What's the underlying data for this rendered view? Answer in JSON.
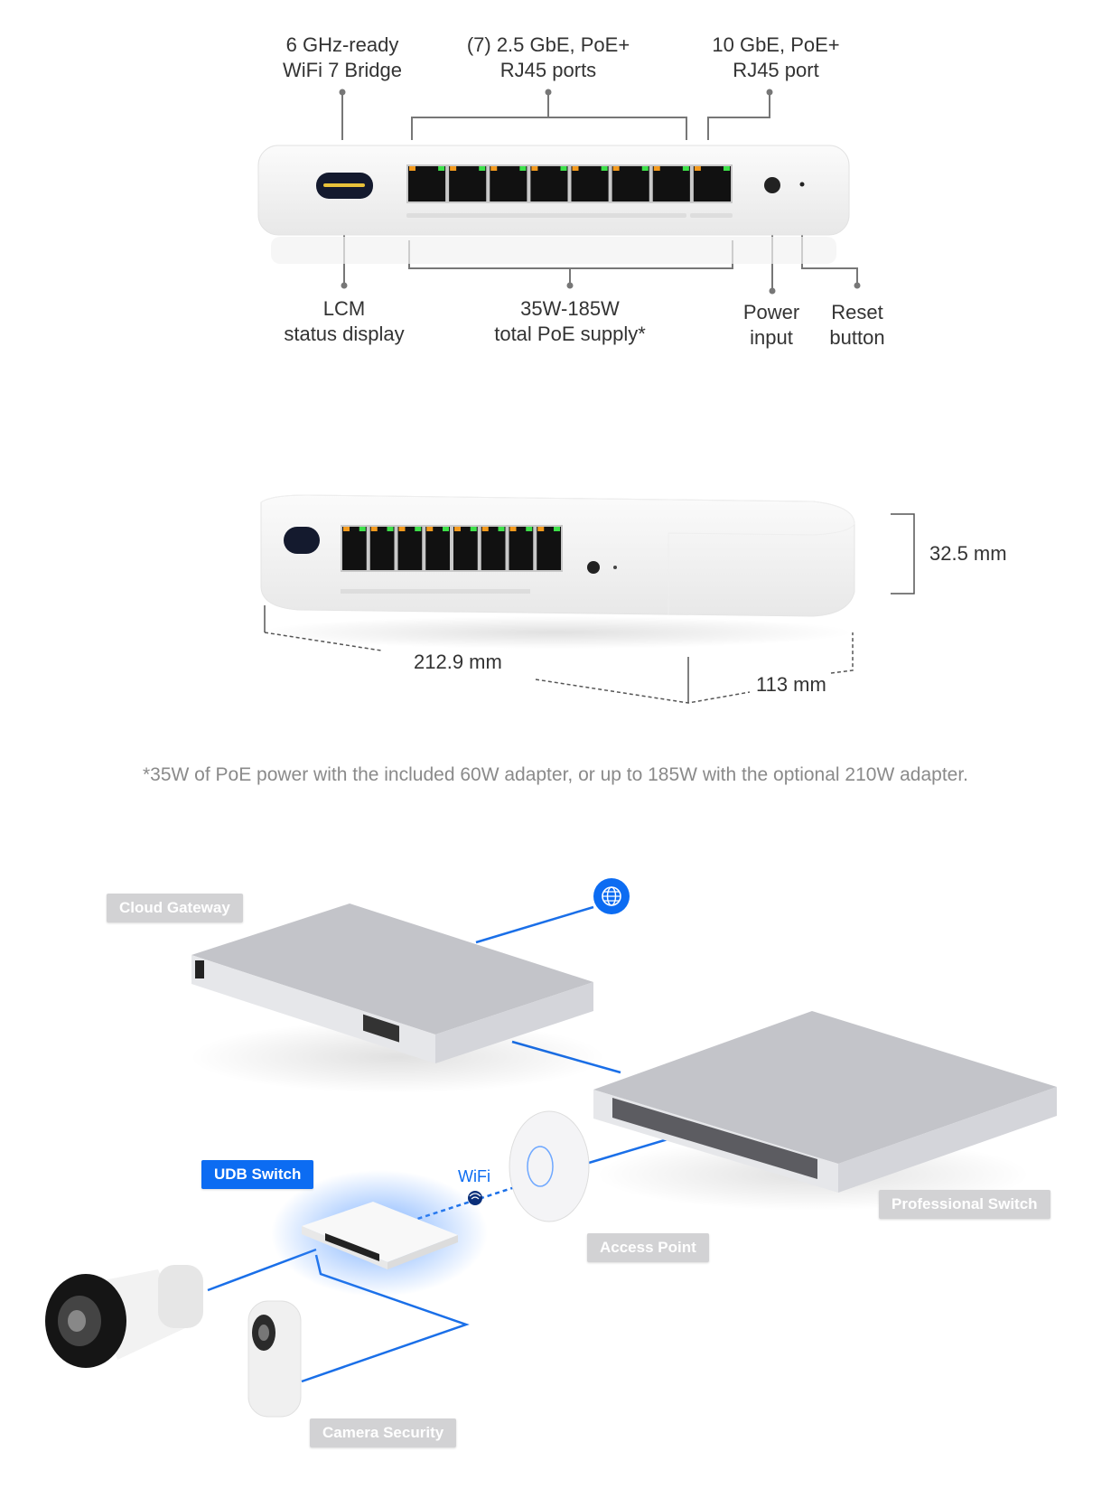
{
  "callouts": {
    "top": [
      {
        "line1": "6 GHz-ready",
        "line2": "WiFi 7 Bridge"
      },
      {
        "line1": "(7) 2.5 GbE, PoE+",
        "line2": "RJ45 ports"
      },
      {
        "line1": "10 GbE, PoE+",
        "line2": "RJ45 port"
      }
    ],
    "bottom": [
      {
        "line1": "LCM",
        "line2": "status display"
      },
      {
        "line1": "35W-185W",
        "line2": "total PoE supply*"
      },
      {
        "line1": "Power",
        "line2": "input"
      },
      {
        "line1": "Reset",
        "line2": "button"
      }
    ]
  },
  "dimensions": {
    "height": "32.5 mm",
    "width": "212.9 mm",
    "depth": "113 mm"
  },
  "footnote": "*35W of PoE power with the included 60W adapter, or up to 185W with the optional 210W adapter.",
  "topology": {
    "cloud_gateway": "Cloud Gateway",
    "professional_switch": "Professional Switch",
    "access_point": "Access Point",
    "udb_switch": "UDB Switch",
    "wifi": "WiFi",
    "camera_security": "Camera Security",
    "internet_icon": "globe-icon"
  },
  "colors": {
    "accent": "#0c6cf2",
    "tag_gray": "#d2d2d4",
    "port_led_orange": "#f39a1e",
    "port_led_green": "#3ee04a"
  }
}
